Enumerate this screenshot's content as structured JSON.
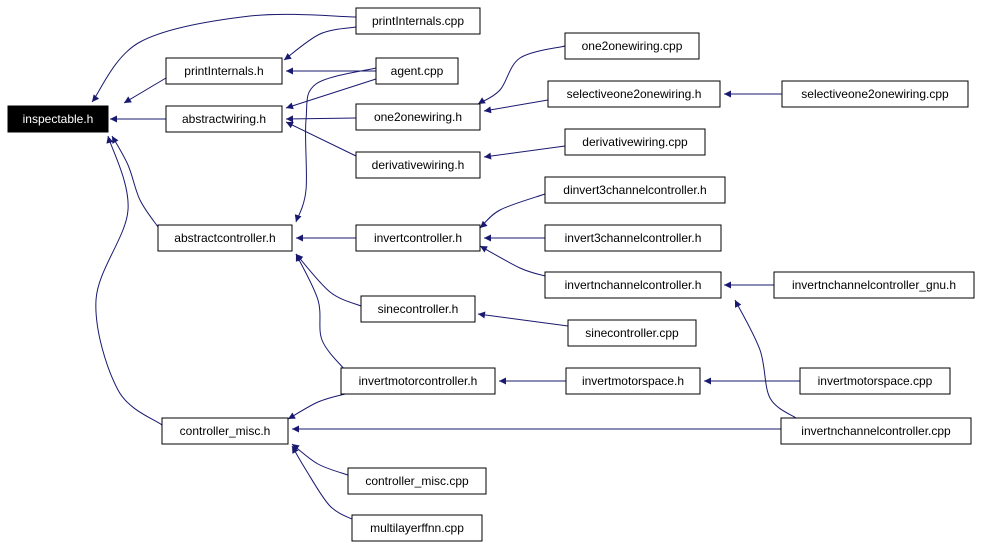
{
  "diagram": {
    "type": "include-dependency-graph",
    "edge_color": "#191970",
    "root_fill": "#000000",
    "nodes": [
      {
        "id": "inspectable_h",
        "label": "inspectable.h",
        "root": true
      },
      {
        "id": "printinternals_cpp",
        "label": "printInternals.cpp"
      },
      {
        "id": "printinternals_h",
        "label": "printInternals.h"
      },
      {
        "id": "agent_cpp",
        "label": "agent.cpp"
      },
      {
        "id": "abstractwiring_h",
        "label": "abstractwiring.h"
      },
      {
        "id": "one2onewiring_cpp",
        "label": "one2onewiring.cpp"
      },
      {
        "id": "one2onewiring_h",
        "label": "one2onewiring.h"
      },
      {
        "id": "selectiveone2onewiring_h",
        "label": "selectiveone2onewiring.h"
      },
      {
        "id": "selectiveone2onewiring_cpp",
        "label": "selectiveone2onewiring.cpp"
      },
      {
        "id": "derivativewiring_cpp",
        "label": "derivativewiring.cpp"
      },
      {
        "id": "derivativewiring_h",
        "label": "derivativewiring.h"
      },
      {
        "id": "dinvert3channelcontroller_h",
        "label": "dinvert3channelcontroller.h"
      },
      {
        "id": "abstractcontroller_h",
        "label": "abstractcontroller.h"
      },
      {
        "id": "invertcontroller_h",
        "label": "invertcontroller.h"
      },
      {
        "id": "invert3channelcontroller_h",
        "label": "invert3channelcontroller.h"
      },
      {
        "id": "invertnchannelcontroller_h",
        "label": "invertnchannelcontroller.h"
      },
      {
        "id": "invertnchannelcontroller_gnu_h",
        "label": "invertnchannelcontroller_gnu.h"
      },
      {
        "id": "sinecontroller_h",
        "label": "sinecontroller.h"
      },
      {
        "id": "sinecontroller_cpp",
        "label": "sinecontroller.cpp"
      },
      {
        "id": "invertmotorcontroller_h",
        "label": "invertmotorcontroller.h"
      },
      {
        "id": "invertmotorspace_h",
        "label": "invertmotorspace.h"
      },
      {
        "id": "invertmotorspace_cpp",
        "label": "invertmotorspace.cpp"
      },
      {
        "id": "controller_misc_h",
        "label": "controller_misc.h"
      },
      {
        "id": "invertnchannelcontroller_cpp",
        "label": "invertnchannelcontroller.cpp"
      },
      {
        "id": "controller_misc_cpp",
        "label": "controller_misc.cpp"
      },
      {
        "id": "multilayerffnn_cpp",
        "label": "multilayerffnn.cpp"
      }
    ],
    "edges": [
      {
        "from": "printinternals_cpp",
        "to": "inspectable_h"
      },
      {
        "from": "printinternals_h",
        "to": "inspectable_h"
      },
      {
        "from": "abstractwiring_h",
        "to": "inspectable_h"
      },
      {
        "from": "abstractcontroller_h",
        "to": "inspectable_h"
      },
      {
        "from": "controller_misc_h",
        "to": "inspectable_h"
      },
      {
        "from": "printinternals_cpp",
        "to": "printinternals_h"
      },
      {
        "from": "agent_cpp",
        "to": "printinternals_h"
      },
      {
        "from": "agent_cpp",
        "to": "abstractwiring_h"
      },
      {
        "from": "agent_cpp",
        "to": "abstractcontroller_h"
      },
      {
        "from": "one2onewiring_h",
        "to": "abstractwiring_h"
      },
      {
        "from": "derivativewiring_h",
        "to": "abstractwiring_h"
      },
      {
        "from": "one2onewiring_cpp",
        "to": "one2onewiring_h"
      },
      {
        "from": "selectiveone2onewiring_h",
        "to": "one2onewiring_h"
      },
      {
        "from": "selectiveone2onewiring_cpp",
        "to": "selectiveone2onewiring_h"
      },
      {
        "from": "derivativewiring_cpp",
        "to": "derivativewiring_h"
      },
      {
        "from": "invertcontroller_h",
        "to": "abstractcontroller_h"
      },
      {
        "from": "sinecontroller_h",
        "to": "abstractcontroller_h"
      },
      {
        "from": "invertmotorcontroller_h",
        "to": "abstractcontroller_h"
      },
      {
        "from": "dinvert3channelcontroller_h",
        "to": "invertcontroller_h"
      },
      {
        "from": "invert3channelcontroller_h",
        "to": "invertcontroller_h"
      },
      {
        "from": "invertnchannelcontroller_h",
        "to": "invertcontroller_h"
      },
      {
        "from": "invertnchannelcontroller_gnu_h",
        "to": "invertnchannelcontroller_h"
      },
      {
        "from": "invertnchannelcontroller_cpp",
        "to": "invertnchannelcontroller_h"
      },
      {
        "from": "sinecontroller_cpp",
        "to": "sinecontroller_h"
      },
      {
        "from": "invertmotorspace_h",
        "to": "invertmotorcontroller_h"
      },
      {
        "from": "invertmotorspace_cpp",
        "to": "invertmotorspace_h"
      },
      {
        "from": "invertmotorcontroller_h",
        "to": "controller_misc_h"
      },
      {
        "from": "invertnchannelcontroller_cpp",
        "to": "controller_misc_h"
      },
      {
        "from": "controller_misc_cpp",
        "to": "controller_misc_h"
      },
      {
        "from": "multilayerffnn_cpp",
        "to": "controller_misc_h"
      }
    ]
  }
}
